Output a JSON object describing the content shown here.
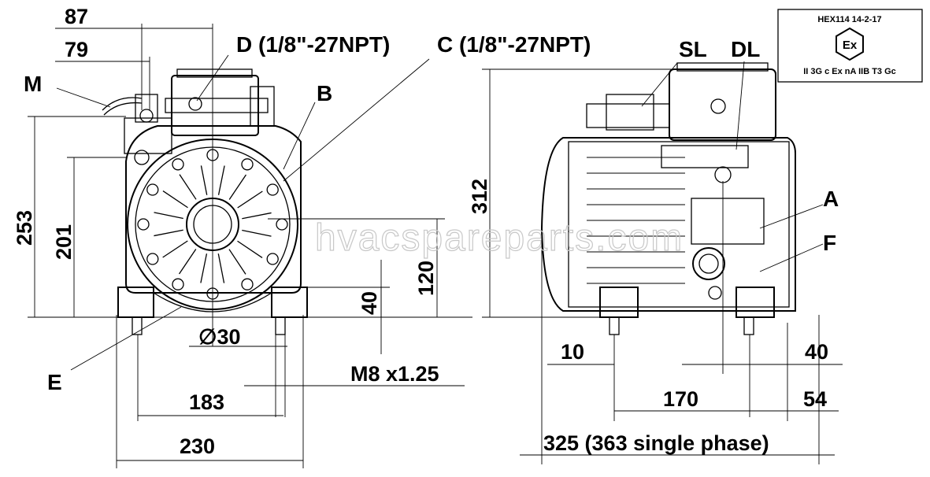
{
  "watermark": "hvacspareparts.com",
  "certificate": {
    "code": "HEX114 14-2-17",
    "symbol": "Ex",
    "marking": "II 3G c Ex nA IIB T3 Gc"
  },
  "labels": {
    "M": "M",
    "D": "D (1/8\"-27NPT)",
    "C": "C (1/8\"-27NPT)",
    "B": "B",
    "E": "E",
    "SL": "SL",
    "DL": "DL",
    "A": "A",
    "F": "F"
  },
  "dimensions": {
    "d87": "87",
    "d79": "79",
    "d253": "253",
    "d201": "201",
    "d120": "120",
    "d40v": "40",
    "dia30": "∅30",
    "thread": "M8 x1.25",
    "d183": "183",
    "d230": "230",
    "d312": "312",
    "d10": "10",
    "d40h": "40",
    "d170": "170",
    "d54": "54",
    "d325": "325 (363 single phase)"
  }
}
